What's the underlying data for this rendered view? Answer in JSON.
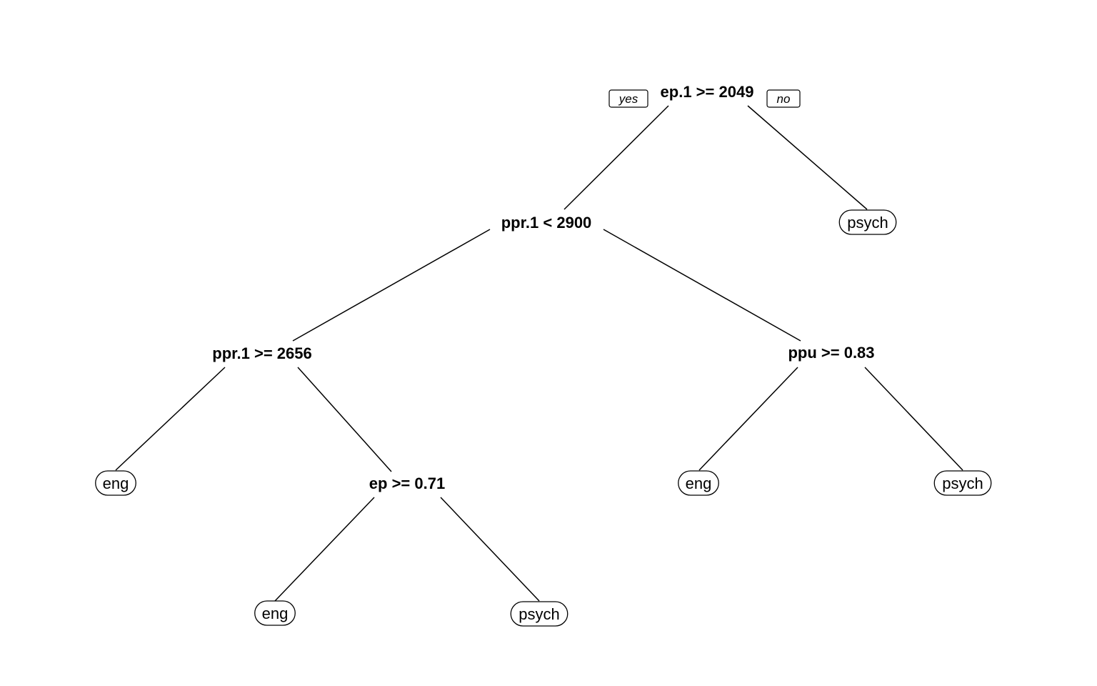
{
  "tree": {
    "branch_labels": {
      "yes": "yes",
      "no": "no"
    },
    "nodes": [
      {
        "id": "n1",
        "kind": "split",
        "label": "ep.1 >= 2049"
      },
      {
        "id": "n2",
        "kind": "split",
        "label": "ppr.1 < 2900"
      },
      {
        "id": "n3",
        "kind": "leaf",
        "label": "psych"
      },
      {
        "id": "n4",
        "kind": "split",
        "label": "ppr.1 >= 2656"
      },
      {
        "id": "n5",
        "kind": "split",
        "label": "ppu >= 0.83"
      },
      {
        "id": "n6",
        "kind": "leaf",
        "label": "eng"
      },
      {
        "id": "n7",
        "kind": "split",
        "label": "ep >= 0.71"
      },
      {
        "id": "n8",
        "kind": "leaf",
        "label": "eng"
      },
      {
        "id": "n9",
        "kind": "leaf",
        "label": "psych"
      },
      {
        "id": "n10",
        "kind": "leaf",
        "label": "eng"
      },
      {
        "id": "n11",
        "kind": "leaf",
        "label": "psych"
      }
    ],
    "edges": [
      {
        "from": "n1",
        "to": "n2"
      },
      {
        "from": "n1",
        "to": "n3"
      },
      {
        "from": "n2",
        "to": "n4"
      },
      {
        "from": "n2",
        "to": "n5"
      },
      {
        "from": "n4",
        "to": "n6"
      },
      {
        "from": "n4",
        "to": "n7"
      },
      {
        "from": "n5",
        "to": "n8"
      },
      {
        "from": "n5",
        "to": "n9"
      },
      {
        "from": "n7",
        "to": "n10"
      },
      {
        "from": "n7",
        "to": "n11"
      }
    ]
  }
}
